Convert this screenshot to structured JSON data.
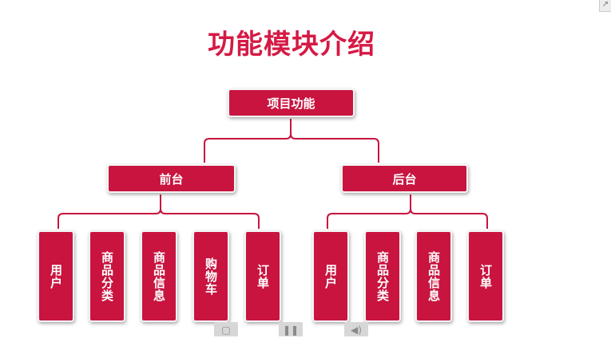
{
  "title": "功能模块介绍",
  "colors": {
    "accent": "#d51a45",
    "box_fill": "#c8143f",
    "line": "#c8143f"
  },
  "root": {
    "label": "项目功能"
  },
  "branches": [
    {
      "label": "前台",
      "children": [
        "用户",
        "商品分类",
        "商品信息",
        "购物车",
        "订单"
      ]
    },
    {
      "label": "后台",
      "children": [
        "用户",
        "商品分类",
        "商品信息",
        "订单"
      ]
    }
  ],
  "icons": {
    "corner": "expand-icon",
    "toolbar": [
      "screen-icon",
      "pause-icon",
      "volume-icon"
    ]
  }
}
